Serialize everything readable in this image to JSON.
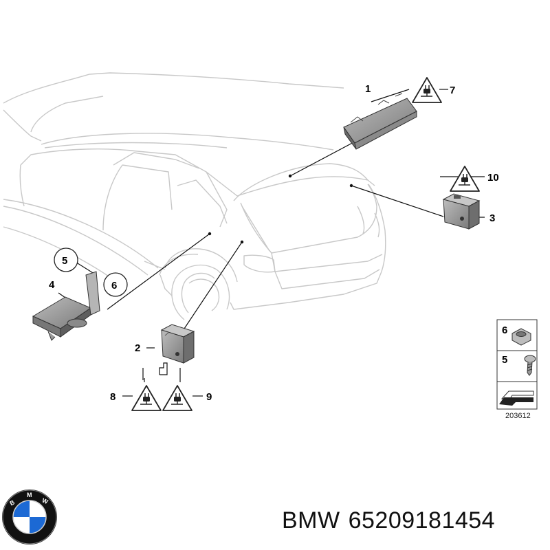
{
  "callouts": {
    "c1": "1",
    "c2": "2",
    "c3": "3",
    "c4": "4",
    "c5": "5",
    "c6": "6",
    "c7": "7",
    "c8": "8",
    "c9": "9",
    "c10": "10"
  },
  "legend": {
    "item_nut": "6",
    "item_screw": "5",
    "diagram_number": "203612"
  },
  "caption": {
    "brand": "BMW",
    "part_number": "65209181454"
  },
  "logo": {
    "letters": "BMW",
    "colors": {
      "blue": "#1c69d4",
      "white": "#ffffff",
      "ring": "#111111"
    }
  },
  "icons": [
    "warning-plug-icon",
    "nut-icon",
    "screw-icon",
    "arrow-icon"
  ]
}
